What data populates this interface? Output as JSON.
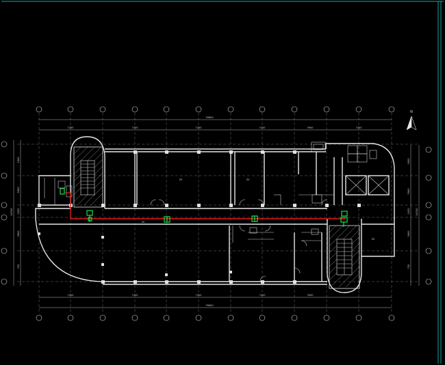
{
  "drawing": {
    "north_label": "N",
    "overall_dim_top": "39600",
    "overall_dim_bottom": "39600",
    "top_segments": [
      "7200",
      "7200",
      "7200",
      "7200",
      "3900",
      "7200"
    ],
    "bottom_segments": [
      "7200",
      "7200",
      "7200",
      "7200",
      "3900"
    ],
    "left_dims": [
      "1900",
      "5900",
      "2450",
      "3900",
      "750"
    ],
    "right_dims": [
      "1900",
      "5900",
      "2450",
      "3900",
      "750"
    ],
    "left_total": "16700",
    "right_total": "16700",
    "room_labels": [
      "Z0",
      "Z0",
      "Z0"
    ],
    "corridor_label": "Z0"
  },
  "colors": {
    "background": "#000000",
    "lines": "#e8e8e8",
    "pipe": "#e21b1b",
    "equipment": "#19e34b",
    "frame": "#1ce8e8"
  }
}
